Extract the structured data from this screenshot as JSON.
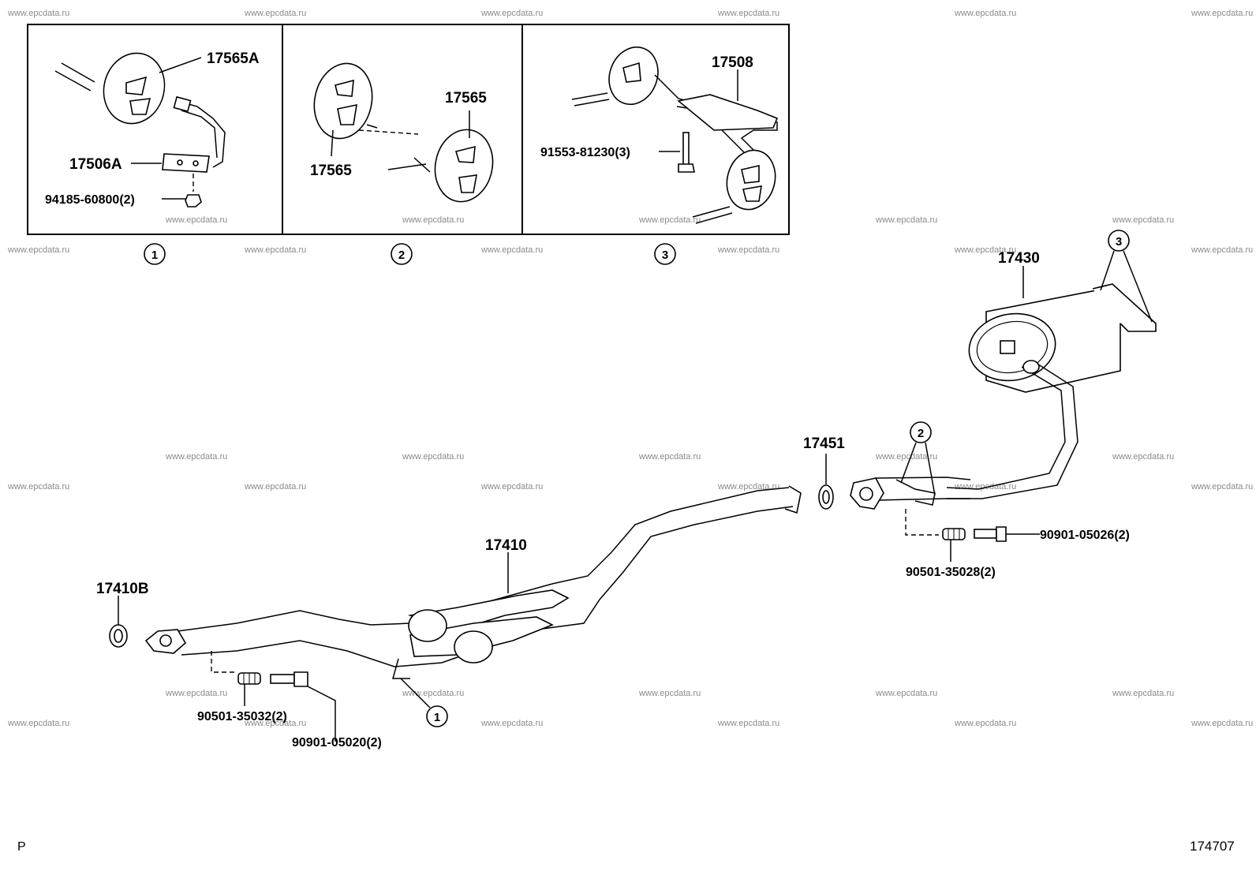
{
  "watermark": "www.epcdata.ru",
  "footer": {
    "left": "P",
    "right": "174707"
  },
  "detail_boxes": [
    {
      "ref": "1",
      "labels": [
        "17565A",
        "17506A",
        "94185-60800(2)"
      ]
    },
    {
      "ref": "2",
      "labels": [
        "17565",
        "17565"
      ]
    },
    {
      "ref": "3",
      "labels": [
        "17508",
        "91553-81230(3)"
      ]
    }
  ],
  "parts": {
    "p17430": "17430",
    "p17451": "17451",
    "p17410": "17410",
    "p17410B": "17410B",
    "p90501_35032": "90501-35032(2)",
    "p90901_05020": "90901-05020(2)",
    "p90501_35028": "90501-35028(2)",
    "p90901_05026": "90901-05026(2)"
  },
  "callouts": [
    "1",
    "2",
    "3"
  ]
}
